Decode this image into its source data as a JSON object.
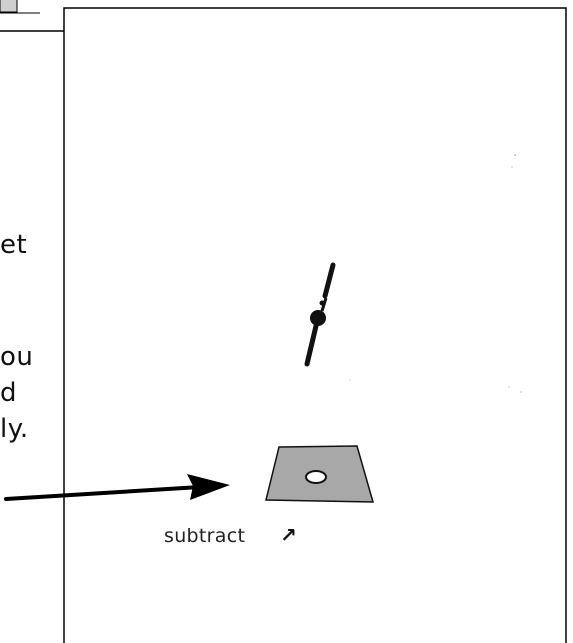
{
  "left_panel_text": [
    {
      "text": "et"
    },
    {
      "text": "ou"
    },
    {
      "text": "d"
    },
    {
      "text": "ly."
    }
  ],
  "annotation": {
    "label": "subtract",
    "arrow_glyph": "↗"
  },
  "colors": {
    "frame": "#000000",
    "shape_fill": "#a8a8a8",
    "propeller": "#111111"
  },
  "icons": [
    "propeller-icon",
    "flat-plate-with-hole-icon",
    "pointer-arrow-icon"
  ]
}
